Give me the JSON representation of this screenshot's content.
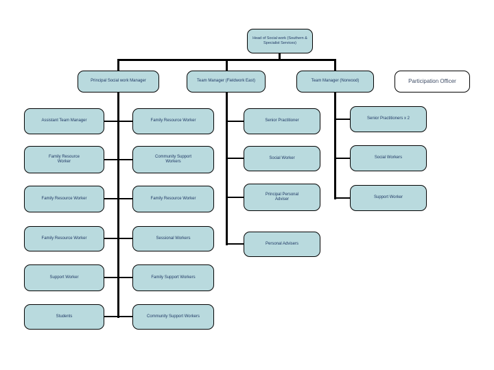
{
  "diagram": {
    "type": "org-chart",
    "colors": {
      "box_fill": "#b9dade",
      "box_border": "#000000",
      "text": "#1f3864",
      "connector": "#000000",
      "participation_fill": "#ffffff"
    },
    "nodes": {
      "root": "Head of Social work (Southern & Specialist Services)",
      "manager1": "Principal Social work Manager",
      "manager2": "Team Manager (Fieldwork East)",
      "manager3": "Team Manager (Norwood)",
      "participation_officer": "Participation Officer",
      "col1": [
        "Assistant Team Manager",
        "Family Resource Worker",
        "Family Resource Worker",
        "Family Resource Worker",
        "Support Worker",
        "Students"
      ],
      "col2": [
        "Family Resource Worker",
        "Community Support Workers",
        "Family Resource Worker",
        "Sessional Workers",
        "Family Support Workers",
        "Community Support Workers"
      ],
      "col3": [
        "Senior Practitioner",
        "Social Worker",
        "Principal Personal Adviser",
        "Personal Advisers"
      ],
      "col4": [
        "Senior Practitioners x 2",
        "Social Workers",
        "Support Worker"
      ]
    }
  }
}
